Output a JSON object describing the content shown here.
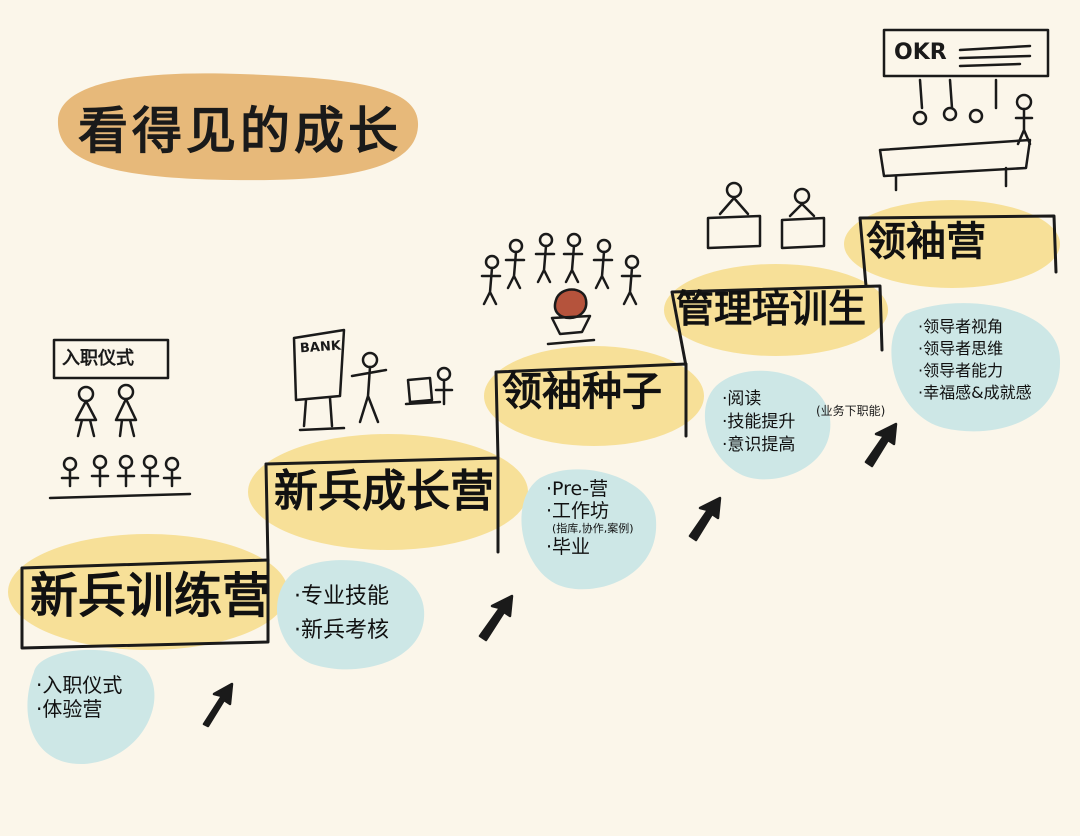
{
  "title": "看得见的成长",
  "colors": {
    "background": "#fbf6ea",
    "title_highlight": "#e6b574",
    "step_highlight": "#f6dc8a",
    "bubble": "#cde7e6",
    "ink": "#1a1a1a",
    "seed_accent": "#b5533c"
  },
  "signs": {
    "entry_ceremony": "入职仪式",
    "bank": "BANK",
    "okr": "OKR"
  },
  "steps": [
    {
      "label": "新兵训练营",
      "points": [
        "·入职仪式",
        "·体验营"
      ]
    },
    {
      "label": "新兵成长营",
      "points": [
        "·专业技能",
        "·新兵考核"
      ]
    },
    {
      "label": "领袖种子",
      "points": [
        "·Pre-营",
        "·工作坊",
        "(指库,协作,案例)",
        "·毕业"
      ]
    },
    {
      "label": "管理培训生",
      "points": [
        "·阅读",
        "·技能提升",
        "·意识提高"
      ],
      "aside": "(业务下职能)"
    },
    {
      "label": "领袖营",
      "points": [
        "·领导者视角",
        "·领导者思维",
        "·领导者能力",
        "·幸福感&成就感"
      ]
    }
  ],
  "icons": [
    "people-standing-icon",
    "group-seated-icon",
    "presenter-at-board-icon",
    "laptop-person-icon",
    "crowd-icon",
    "seed-pot-icon",
    "podium-speaker-icon",
    "meeting-table-icon",
    "arrow-up-icon"
  ]
}
